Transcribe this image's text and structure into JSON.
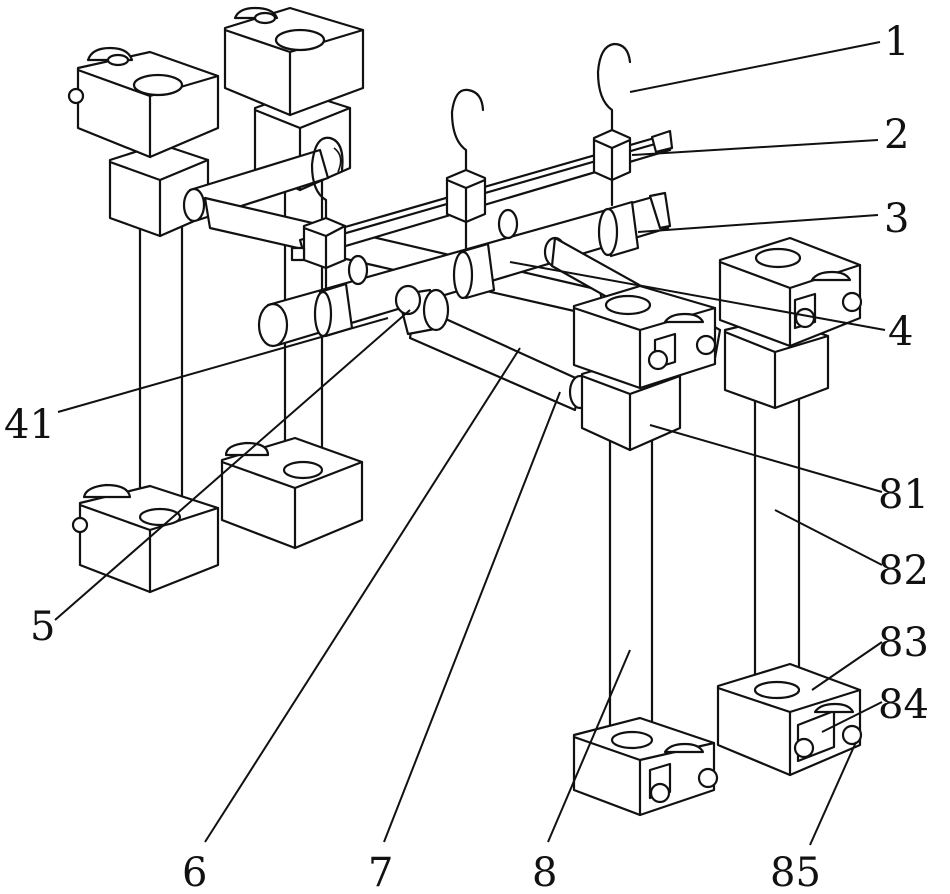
{
  "labels": {
    "l1": "1",
    "l2": "2",
    "l3": "3",
    "l4": "4",
    "l41": "41",
    "l5": "5",
    "l6": "6",
    "l7": "7",
    "l8": "8",
    "l81": "81",
    "l82": "82",
    "l83": "83",
    "l84": "84",
    "l85": "85"
  },
  "colors": {
    "line": "#111111",
    "background": "#ffffff"
  }
}
